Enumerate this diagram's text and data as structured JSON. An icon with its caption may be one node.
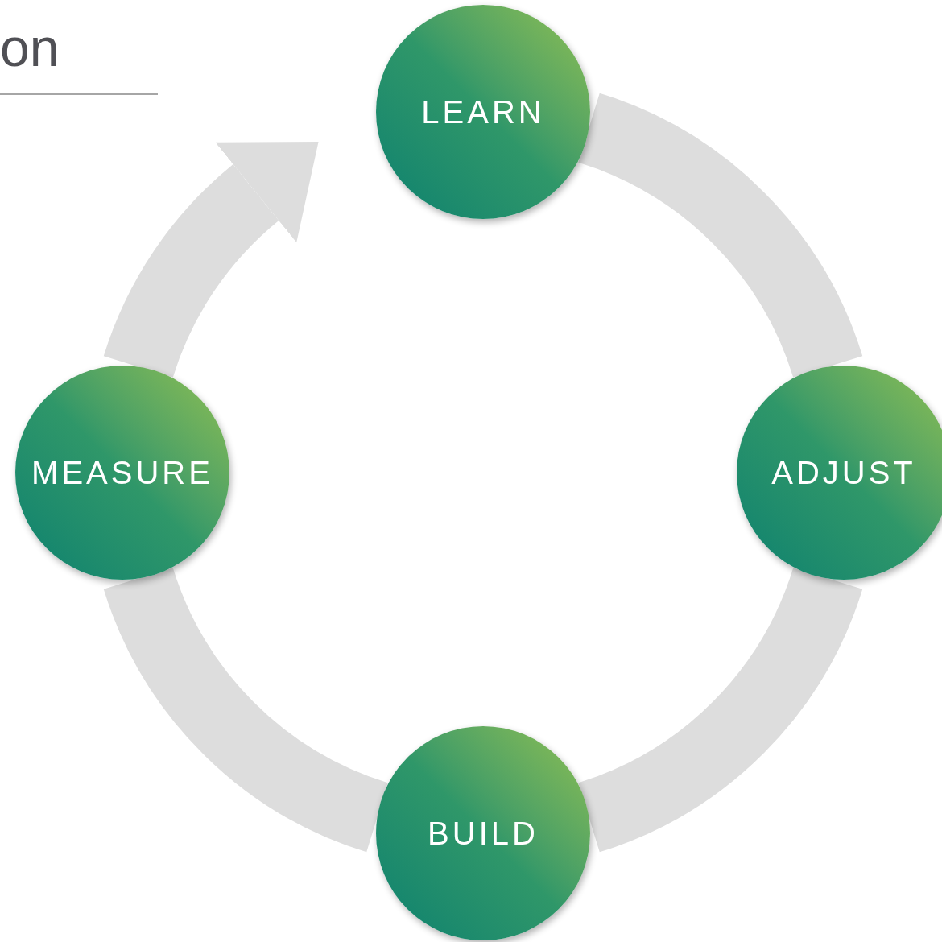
{
  "diagram": {
    "title": "on",
    "nodes": [
      {
        "text": [
          "LEARN"
        ]
      },
      {
        "text": [
          "ADJUST"
        ]
      },
      {
        "text": [
          "BUILD"
        ]
      },
      {
        "text": [
          "MEASURE"
        ]
      }
    ],
    "edges": [
      {
        "from": 0,
        "to": 1,
        "arrow": "none"
      },
      {
        "from": 1,
        "to": 2,
        "arrow": "none"
      },
      {
        "from": 2,
        "to": 3,
        "arrow": "none"
      },
      {
        "from": 3,
        "to": 0,
        "arrow": "to"
      }
    ]
  }
}
